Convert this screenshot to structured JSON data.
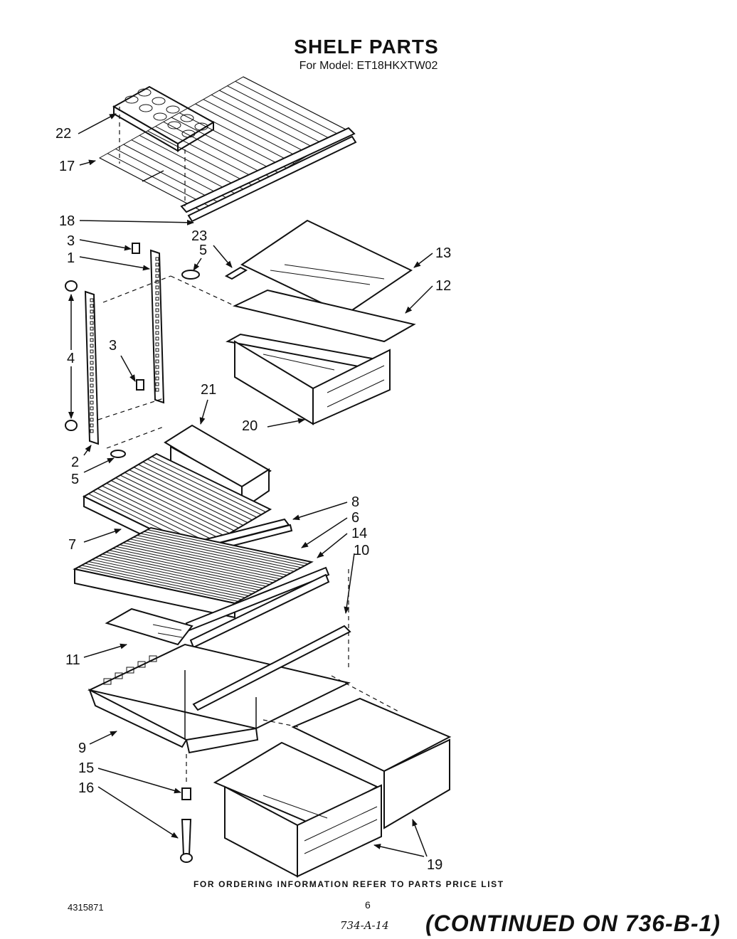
{
  "title": "SHELF PARTS",
  "subtitle": "For Model: ET18HKXTW02",
  "footer_note": "FOR ORDERING INFORMATION REFER TO PARTS PRICE LIST",
  "doc_number": "4315871",
  "page_number": "6",
  "handwritten_ref": "734-A-14",
  "continued_note": "(CONTINUED ON 736-B-1)",
  "callouts": {
    "c22": "22",
    "c17": "17",
    "c18": "18",
    "c23": "23",
    "c3a": "3",
    "c1": "1",
    "c5a": "5",
    "c13": "13",
    "c12": "12",
    "c4": "4",
    "c3b": "3",
    "c21": "21",
    "c20": "20",
    "c2": "2",
    "c5b": "5",
    "c8": "8",
    "c6": "6",
    "c14": "14",
    "c10": "10",
    "c7": "7",
    "c11": "11",
    "c9": "9",
    "c15": "15",
    "c16": "16",
    "c19": "19"
  }
}
